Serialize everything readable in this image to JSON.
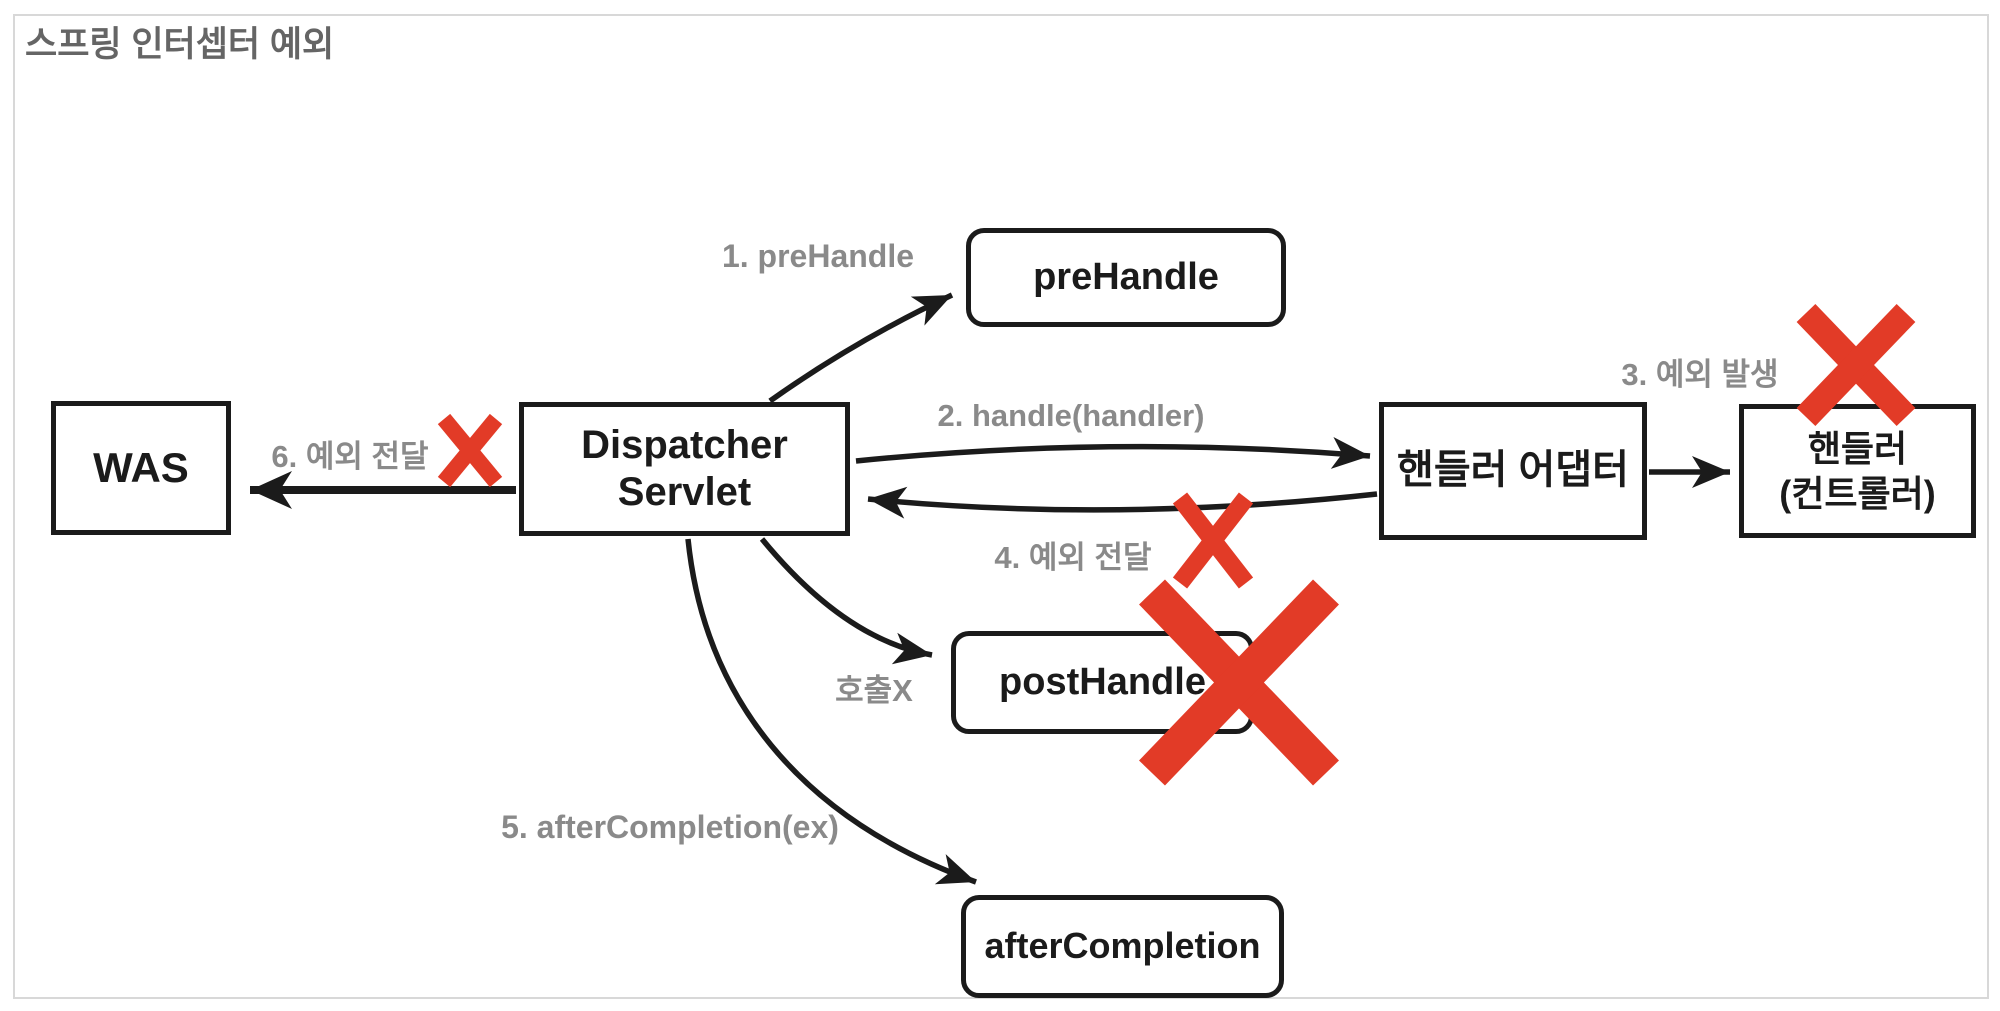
{
  "title": "스프링 인터셉터 예외",
  "colors": {
    "frame-border": "#d8d8d8",
    "title-gray": "#656565",
    "label-gray": "#8a8a8a",
    "ink": "#1b1b1b",
    "error-red": "#e23b27"
  },
  "nodes": {
    "was": {
      "label": "WAS"
    },
    "dispatcher_servlet": {
      "label_line1": "Dispatcher",
      "label_line2": "Servlet"
    },
    "pre_handle": {
      "label": "preHandle"
    },
    "post_handle": {
      "label": "postHandle"
    },
    "after_completion": {
      "label": "afterCompletion"
    },
    "handler_adapter": {
      "label": "핸들러 어댑터"
    },
    "handler_controller": {
      "label_line1": "핸들러",
      "label_line2": "(컨트롤러)"
    }
  },
  "edge_labels": {
    "step1": "1. preHandle",
    "step2": "2. handle(handler)",
    "step3": "3. 예외 발생",
    "step4": "4. 예외 전달",
    "step5": "5. afterCompletion(ex)",
    "step6": "6. 예외 전달",
    "no_call": "호출X"
  }
}
